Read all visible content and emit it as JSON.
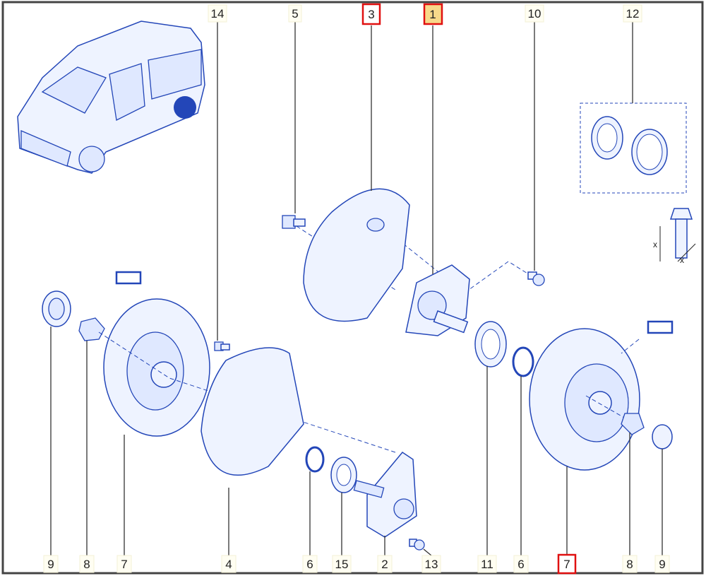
{
  "diagram": {
    "top_labels": [
      {
        "text": "14",
        "highlight": "none"
      },
      {
        "text": "5",
        "highlight": "none"
      },
      {
        "text": "3",
        "highlight": "red-border"
      },
      {
        "text": "1",
        "highlight": "red-border-yellow"
      },
      {
        "text": "10",
        "highlight": "none"
      },
      {
        "text": "12",
        "highlight": "none"
      }
    ],
    "bottom_labels": [
      {
        "text": "9"
      },
      {
        "text": "8"
      },
      {
        "text": "7"
      },
      {
        "text": "4"
      },
      {
        "text": "6"
      },
      {
        "text": "15"
      },
      {
        "text": "2"
      },
      {
        "text": "13"
      },
      {
        "text": "11"
      },
      {
        "text": "6"
      },
      {
        "text": "7",
        "highlight": "red-border"
      },
      {
        "text": "8"
      },
      {
        "text": "9"
      }
    ],
    "torque_marks": [
      "x",
      "x"
    ],
    "colors": {
      "line": "#2346b8",
      "highlight": "#e01010",
      "highlight_fill": "#f8d98a"
    }
  }
}
